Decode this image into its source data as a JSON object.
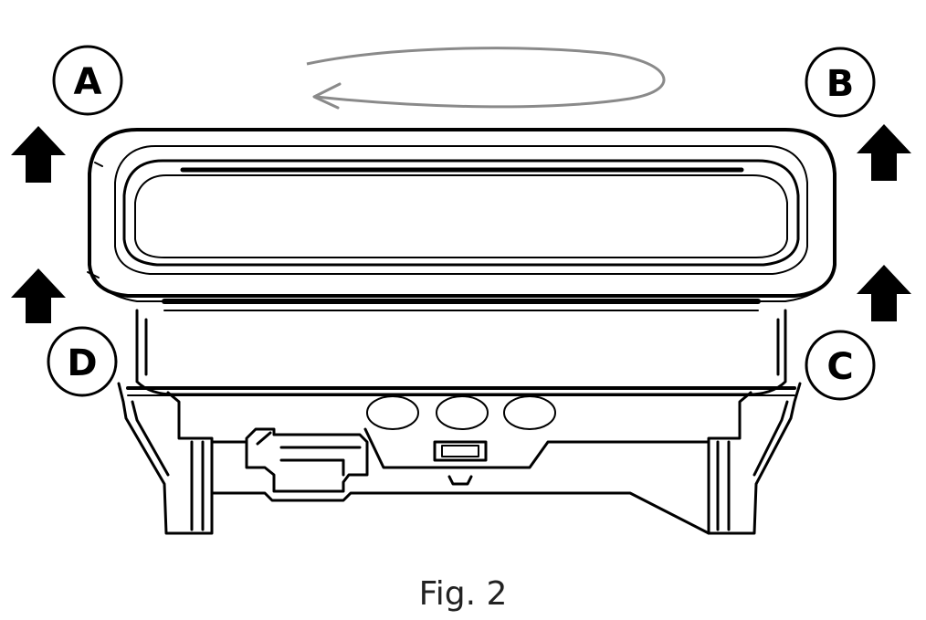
{
  "figure": {
    "caption": "Fig. 2",
    "corner_labels": {
      "a": "A",
      "b": "B",
      "c": "C",
      "d": "D"
    },
    "colors": {
      "line": "#000000",
      "rotation_arrow": "#8a8a8a",
      "background": "#ffffff"
    },
    "icons": {
      "lift_arrows": "arrow-up-icon",
      "rotation": "rotation-arrow-icon"
    }
  }
}
